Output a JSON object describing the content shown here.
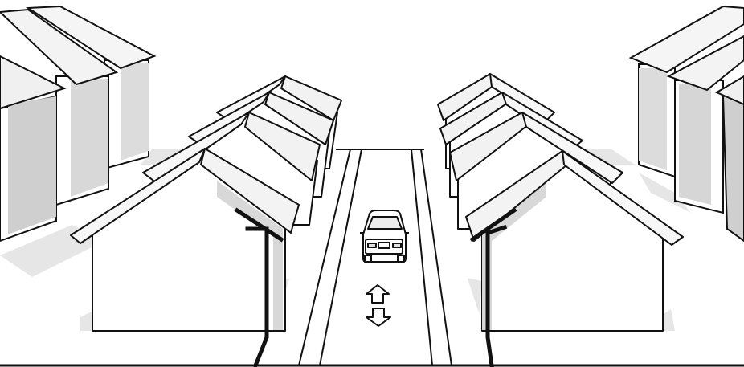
{
  "scene": {
    "subject": "street-with-houses",
    "elements": [
      "road",
      "houses-left",
      "houses-right",
      "car",
      "cable-left",
      "cable-right",
      "up-arrow-icon",
      "down-arrow-icon"
    ]
  },
  "colors": {
    "background": "#ffffff",
    "line": "#111111",
    "wall": "#ffffff",
    "roof": "#f3f3f3",
    "shade": "#d4d4d4",
    "ground-shadow": "#e3e3e3",
    "cable": "#1a1a1a"
  }
}
